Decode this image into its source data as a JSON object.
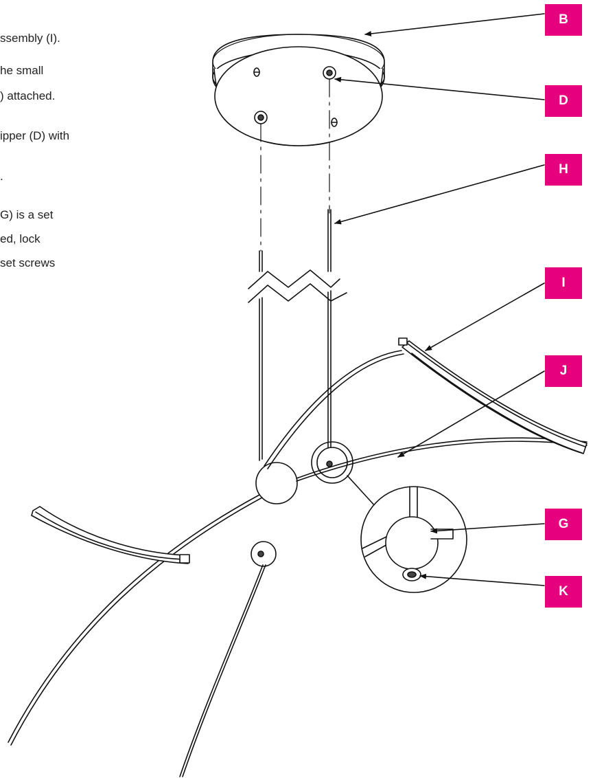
{
  "instructions": {
    "lines": [
      "ssembly (I).",
      "he small",
      ") attached.",
      "ipper (D) with",
      ".",
      "G) is a set",
      "ed, lock",
      " set screws"
    ]
  },
  "callouts": {
    "B": "B",
    "D": "D",
    "H": "H",
    "I": "I",
    "J": "J",
    "G": "G",
    "K": "K"
  },
  "colors": {
    "callout_bg": "#e6007e",
    "callout_text": "#ffffff",
    "line": "#111111"
  }
}
